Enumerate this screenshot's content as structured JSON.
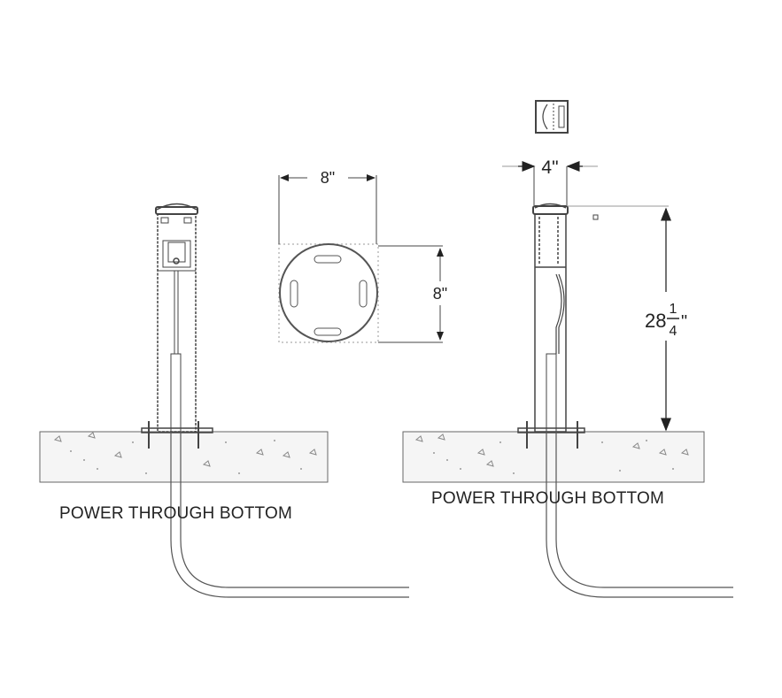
{
  "drawing": {
    "left_view": {
      "caption": "POWER THROUGH BOTTOM"
    },
    "right_view": {
      "caption": "POWER THROUGH BOTTOM"
    },
    "base_plate": {
      "width_label": "8\"",
      "depth_label": "8\""
    },
    "post_width_label": "4\"",
    "post_height": {
      "whole": "28",
      "numerator": "1",
      "denominator": "4",
      "unit": "\""
    }
  },
  "colors": {
    "line": "#444444",
    "light_line": "#9a9a9a",
    "slab": "#f4f4f4"
  }
}
